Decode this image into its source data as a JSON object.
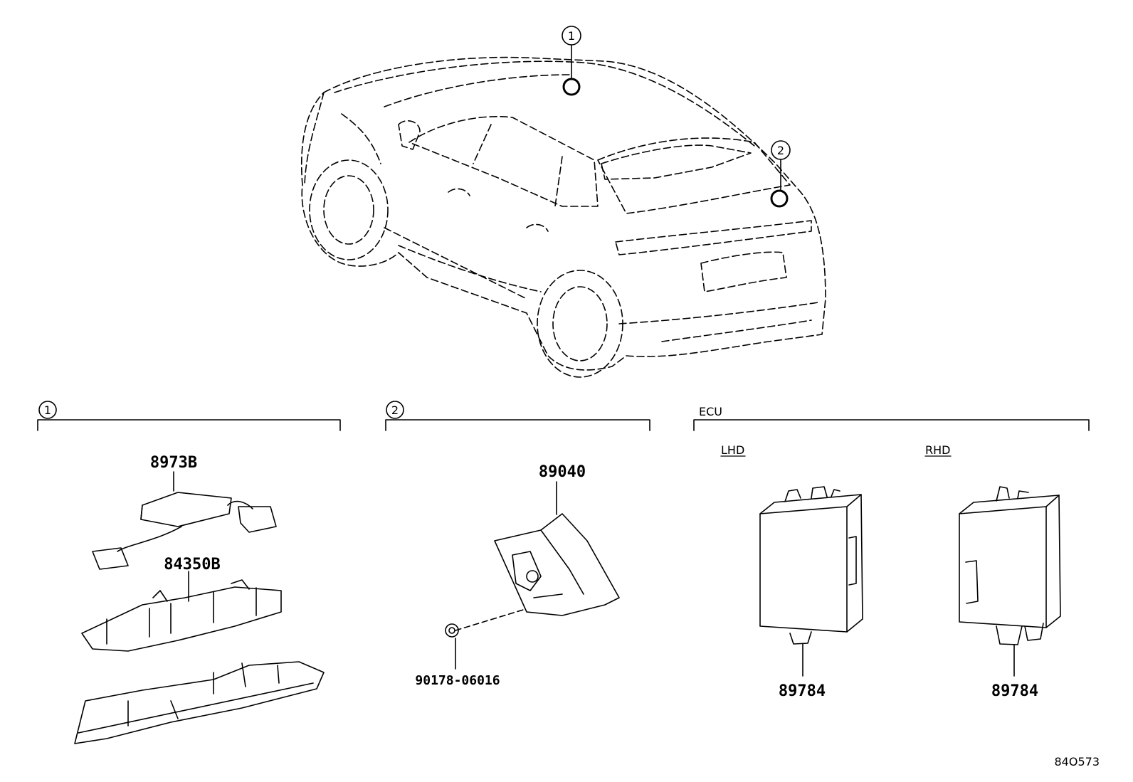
{
  "callouts": [
    {
      "id": "1",
      "label": "1"
    },
    {
      "id": "2",
      "label": "2"
    }
  ],
  "sections": [
    {
      "marker": "1",
      "label": ""
    },
    {
      "marker": "2",
      "label": ""
    },
    {
      "marker": "",
      "label": "ECU"
    }
  ],
  "ecu": {
    "lhd_label": "LHD",
    "rhd_label": "RHD"
  },
  "parts": {
    "p8973B": "8973B",
    "p84350B": "84350B",
    "p89040": "89040",
    "p90178": "90178-06016",
    "p89784_lhd": "89784",
    "p89784_rhd": "89784"
  },
  "diagram_ref": "84O573"
}
